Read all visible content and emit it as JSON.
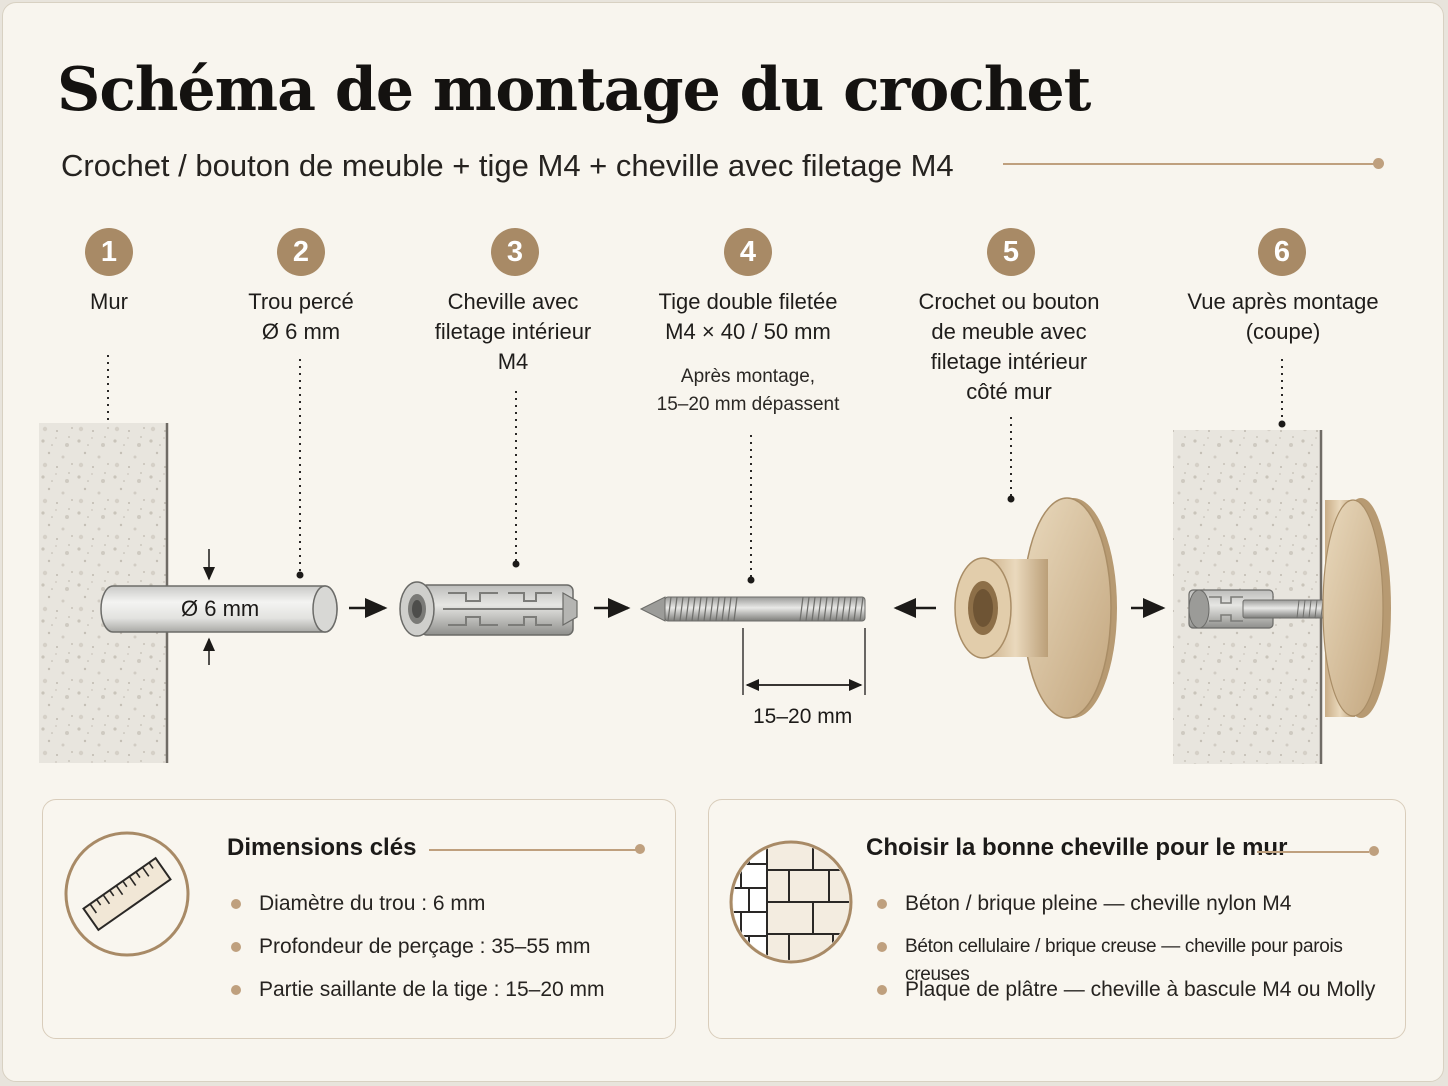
{
  "header": {
    "title": "Schéma de montage du crochet",
    "subtitle": "Crochet / bouton de meuble + tige M4 + cheville avec filetage M4"
  },
  "colors": {
    "accent": "#a88a66",
    "rule": "#bfa07e",
    "background": "#f8f5ee",
    "wall": "#e9e5dd",
    "brass": "#d8c19f"
  },
  "steps": [
    {
      "number": "1",
      "label": "Mur"
    },
    {
      "number": "2",
      "label": "Trou percé\nØ 6 mm"
    },
    {
      "number": "3",
      "label": "Cheville avec\nfiletage intérieur\nM4"
    },
    {
      "number": "4",
      "label": "Tige double filetée\nM4 × 40 / 50 mm",
      "note": "Après montage,\n15–20 mm dépassent"
    },
    {
      "number": "5",
      "label": "Crochet ou bouton\nde meuble avec\nfiletage intérieur\ncôté mur"
    },
    {
      "number": "6",
      "label": "Vue après montage\n(coupe)"
    }
  ],
  "dimensions": {
    "hole_diameter": "Ø 6 mm",
    "protrusion": "15–20 mm"
  },
  "cards": {
    "dimensions": {
      "title": "Dimensions clés",
      "icon": "ruler-icon",
      "items": [
        "Diamètre du trou : 6 mm",
        "Profondeur de perçage : 35–55 mm",
        "Partie saillante de la tige : 15–20 mm"
      ]
    },
    "anchor": {
      "title": "Choisir la bonne cheville pour le mur",
      "icon": "brick-wall-icon",
      "items": [
        "Béton / brique pleine — cheville nylon M4",
        "Béton cellulaire / brique creuse — cheville pour parois creuses",
        "Plaque de plâtre — cheville à bascule M4 ou Molly"
      ]
    }
  }
}
